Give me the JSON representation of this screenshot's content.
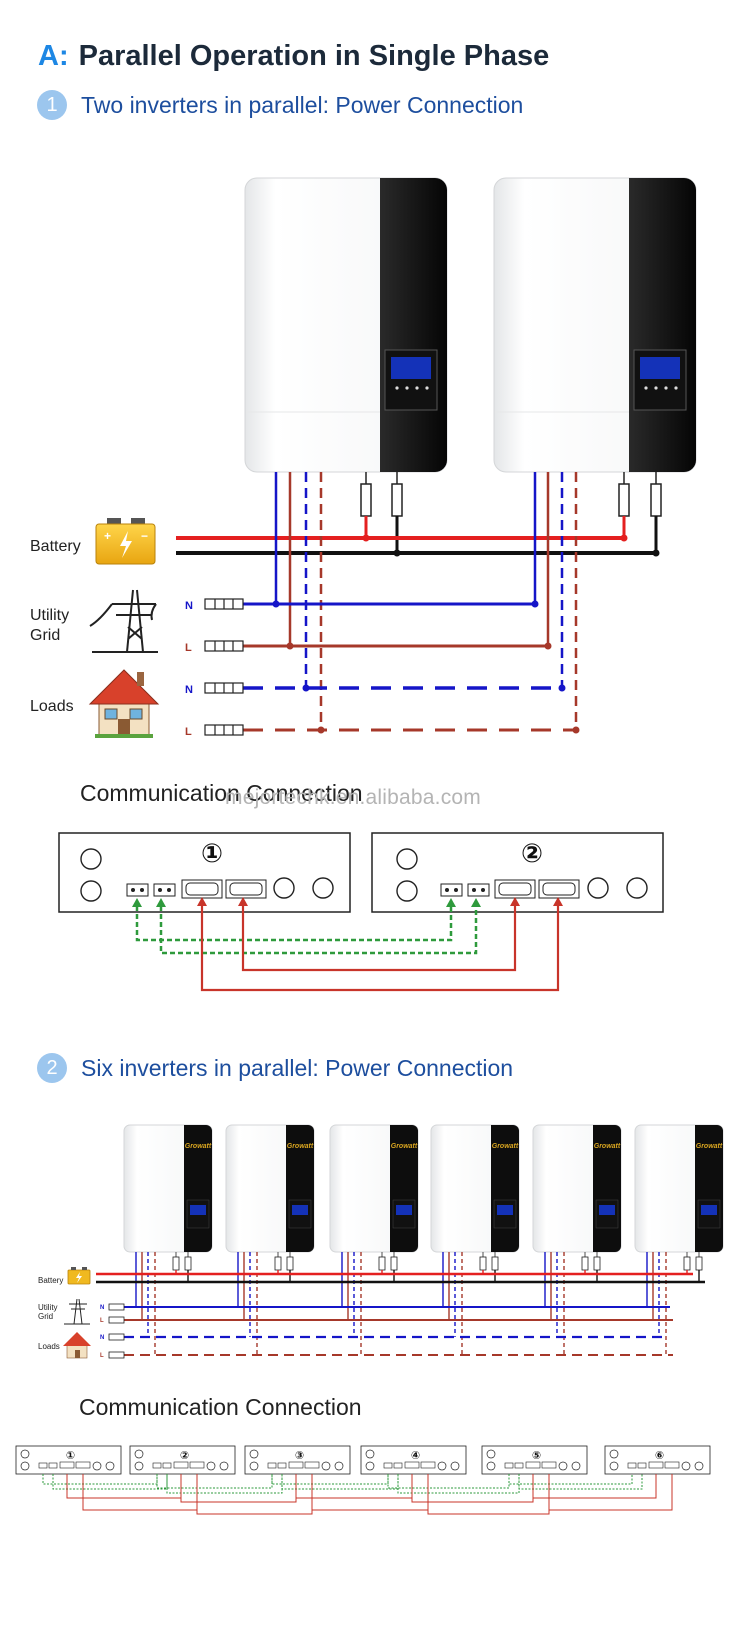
{
  "heading": {
    "prefix": "A:",
    "title": "Parallel Operation in Single Phase"
  },
  "section1": {
    "number": "1",
    "title": "Two inverters in parallel: Power Connection"
  },
  "section2": {
    "number": "2",
    "title": "Six inverters in parallel: Power Connection"
  },
  "comm_title": "Communication Connection",
  "watermark": "mejortechk.en.alibaba.com",
  "labels": {
    "battery": "Battery",
    "utility": "Utility",
    "grid": "Grid",
    "loads": "Loads",
    "n": "N",
    "l": "L"
  },
  "brand": "Growatt",
  "units2": [
    "①",
    "②"
  ],
  "units6": [
    "①",
    "②",
    "③",
    "④",
    "⑤",
    "⑥"
  ],
  "colors": {
    "battery_pos": "#e42020",
    "battery_neg": "#111111",
    "neutral": "#1515c8",
    "line": "#a6382a",
    "comm_green": "#2e9a3c",
    "comm_red": "#c8342a",
    "accent": "#1d87e4"
  }
}
